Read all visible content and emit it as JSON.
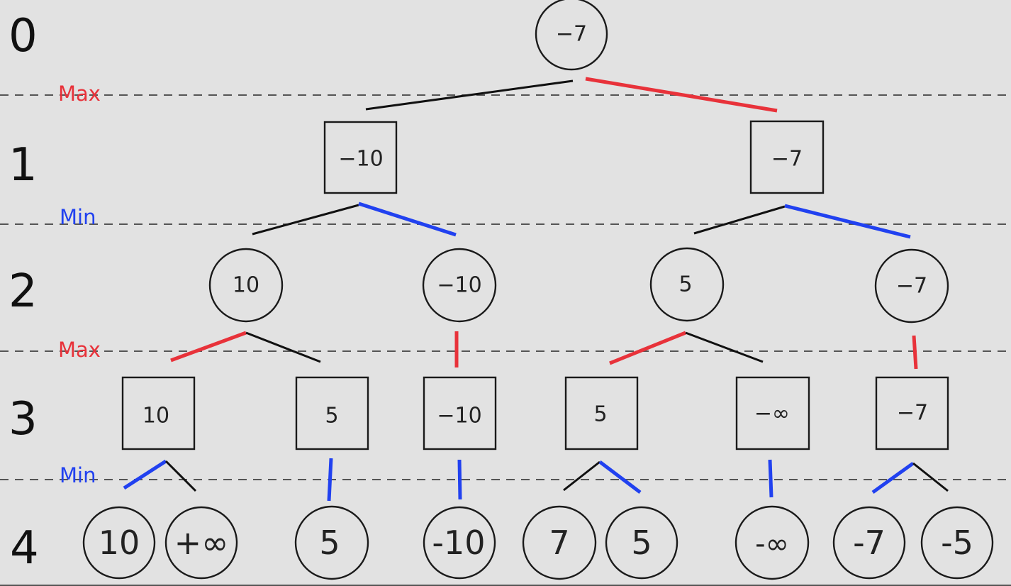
{
  "depth_labels": [
    "0",
    "1",
    "2",
    "3",
    "4"
  ],
  "ply_labels": [
    "Max",
    "Min",
    "Max",
    "Min"
  ],
  "nodes": {
    "root": "−7",
    "l1": [
      "−10",
      "−7"
    ],
    "l2": [
      "10",
      "−10",
      "5",
      "−7"
    ],
    "l3": [
      "10",
      "5",
      "−10",
      "5",
      "−∞",
      "−7"
    ],
    "leaves": [
      "10",
      "+∞",
      "5",
      "-10",
      "7",
      "5",
      "-∞",
      "-7",
      "-5"
    ]
  },
  "colors": {
    "max_path": "#e8323a",
    "min_path": "#2141f0",
    "edge": "#111111",
    "dashed_line": "#555555"
  }
}
